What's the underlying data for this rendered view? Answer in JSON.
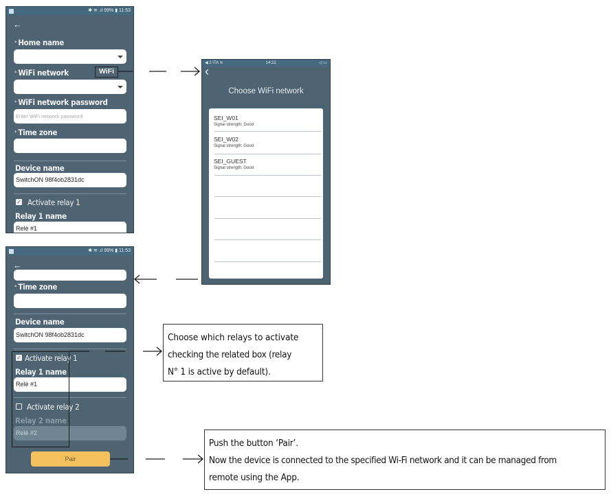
{
  "phone1": {
    "status_right": "✱ ≋ .ıl 99% ▮ 11:53",
    "back_glyph": "←",
    "home_name_label": "Home name",
    "wifi_network_label": "WiFi network",
    "wifi_tag": "WiFi",
    "wifi_password_label": "WiFi network password",
    "wifi_password_placeholder": "Enter WiFi network password",
    "time_zone_label": "Time zone",
    "device_name_label": "Device name",
    "device_name_value": "SwitchON 98f4ob2831dc",
    "activate_relay_1": "Activate relay 1",
    "relay_1_name_label": "Relay 1 name",
    "relay_1_name_value": "Relè #1"
  },
  "phone2": {
    "status_left": "◀ 2 ITA ≋",
    "status_time": "14:22",
    "status_right": "◁ ▭",
    "back_glyph": "‹",
    "title": "Choose WiFi network",
    "networks": [
      {
        "name": "SEI_W01",
        "signal": "Signal strength: Good"
      },
      {
        "name": "SEI_W02",
        "signal": "Signal strength: Good"
      },
      {
        "name": "SEI_GUEST",
        "signal": "Signal strength: Good"
      }
    ]
  },
  "phone3": {
    "status_right": "✱ ≋ .ıl 99% ▮ 11:53",
    "back_glyph": "←",
    "time_zone_label": "Time zone",
    "device_name_label": "Device name",
    "device_name_value": "SwitchON 98f4ob2831dc",
    "activate_relay_1": "Activate relay 1",
    "relay_1_name_label": "Relay 1 name",
    "relay_1_name_value": "Relè #1",
    "activate_relay_2": "Activate relay 2",
    "relay_2_name_label": "Relay 2 name",
    "relay_2_name_value": "Relè #2",
    "pair_button": "Pair"
  },
  "callouts": {
    "relays": [
      "Choose which relays to activate",
      "checking the related box (relay",
      "N° 1 is active by default)."
    ],
    "pair": [
      "Push the button ‘Pair’.",
      "Now the device is connected to the specified Wi-Fi network and it can be managed from",
      "remote using the App."
    ]
  },
  "required_mark": "*",
  "check_glyph": "✓"
}
